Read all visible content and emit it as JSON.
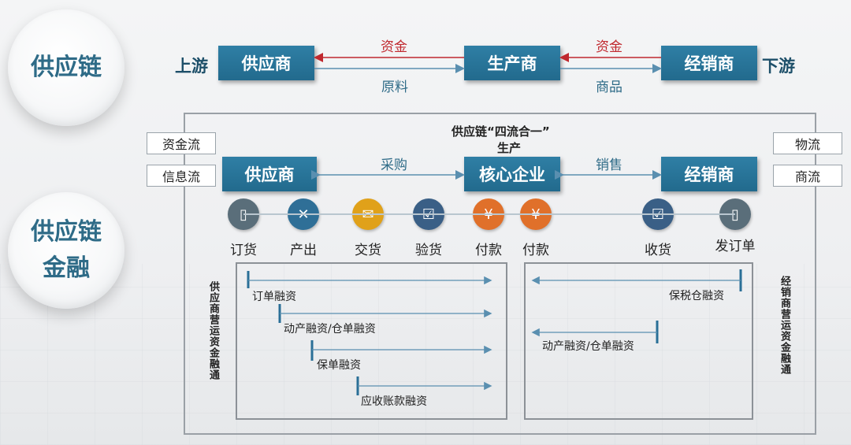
{
  "circles": {
    "supply_chain": "供应链",
    "finance_line1": "供应链",
    "finance_line2": "金融"
  },
  "top_row": {
    "upstream": "上游",
    "supplier": "供应商",
    "producer": "生产商",
    "distributor": "经销商",
    "downstream": "下游",
    "funds_left": "资金",
    "funds_right": "资金",
    "raw_material": "原料",
    "goods": "商品"
  },
  "middle": {
    "title": "供应链“四流合一”",
    "subtitle": "生产",
    "supplier": "供应商",
    "core": "核心企业",
    "distributor": "经销商",
    "purchase": "采购",
    "sales": "销售"
  },
  "tags": {
    "capital_flow": "资金流",
    "info_flow": "信息流",
    "logistics_flow": "物流",
    "commerce_flow": "商流"
  },
  "steps": [
    {
      "label": "订货",
      "icon": "phone-order-icon",
      "color": "#5a6e7a"
    },
    {
      "label": "产出",
      "icon": "tools-icon",
      "color": "#2f6f97"
    },
    {
      "label": "交货",
      "icon": "delivery-icon",
      "color": "#e0a11a"
    },
    {
      "label": "验货",
      "icon": "inspect-icon",
      "color": "#3a5f86"
    },
    {
      "label": "付款",
      "icon": "payment-icon",
      "color": "#e0702a"
    },
    {
      "label": "付款",
      "icon": "payment-icon",
      "color": "#e0702a"
    },
    {
      "label": "收货",
      "icon": "receive-icon",
      "color": "#3a5f86"
    },
    {
      "label": "发订单",
      "icon": "phone-order-icon",
      "color": "#5a6e7a"
    }
  ],
  "left_panel": {
    "vertical_label": "供应商营运资金融通",
    "items": [
      "订单融资",
      "动产融资/仓单融资",
      "保单融资",
      "应收账款融资"
    ]
  },
  "right_panel": {
    "vertical_label": "经销商营运资金融通",
    "items": [
      "保税仓融资",
      "动产融资/仓单融资"
    ]
  },
  "colors": {
    "box": "#2a7399",
    "red_arrow": "#c0282e",
    "blue_arrow": "#5a8fb0"
  }
}
